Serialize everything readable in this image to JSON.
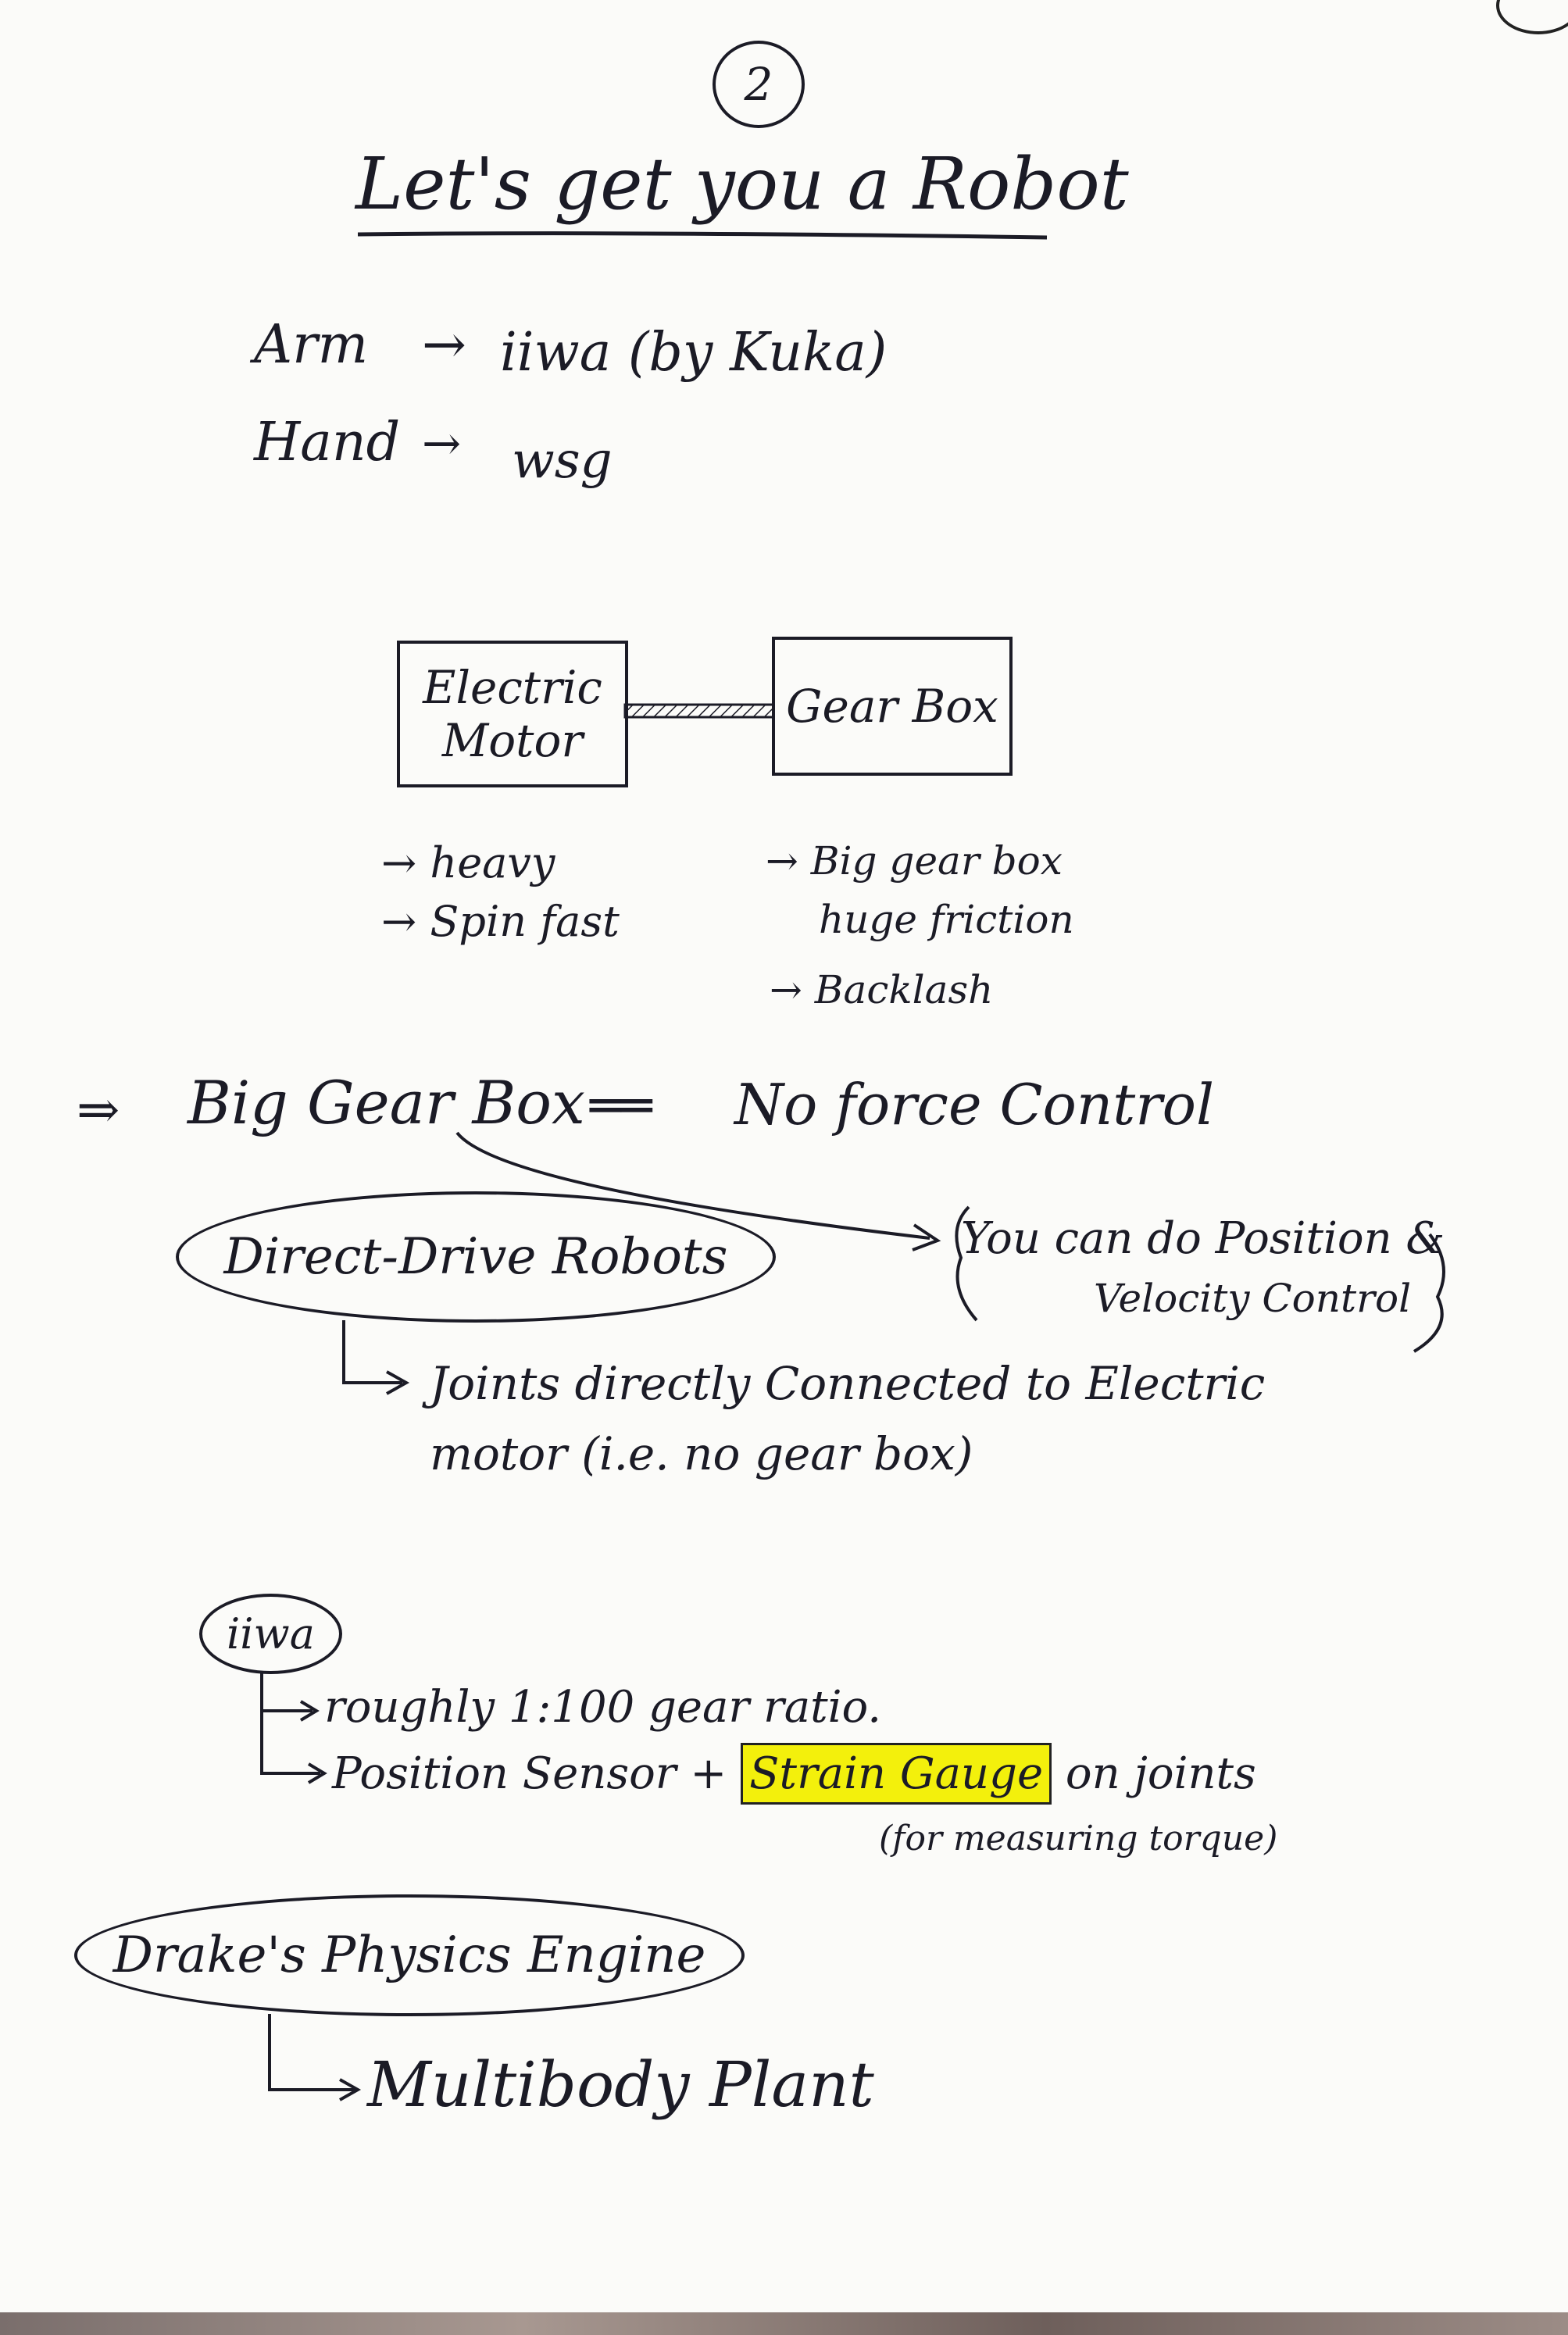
{
  "page_number": "2",
  "title": "Let's get you a Robot",
  "robot": {
    "arm_label": "Arm",
    "arm_value": "iiwa (by Kuka)",
    "hand_label": "Hand",
    "hand_value": "wsg"
  },
  "diagram": {
    "motor_line1": "Electric",
    "motor_line2": "Motor",
    "gearbox": "Gear Box",
    "motor_notes": [
      "heavy",
      "Spin fast"
    ],
    "gearbox_notes": [
      "Big gear box",
      "huge friction",
      "Backlash"
    ]
  },
  "conclusion": {
    "left": "Big Gear Box",
    "right": "No force Control",
    "aside_line1": "You can do Position &",
    "aside_line2": "Velocity Control"
  },
  "direct_drive": {
    "label": "Direct-Drive Robots",
    "line1": "Joints directly Connected to Electric",
    "line2": "motor (i.e. no gear box)"
  },
  "iiwa": {
    "label": "iiwa",
    "item1": "roughly 1:100 gear ratio.",
    "item2_pre": "Position Sensor +",
    "item2_highlight": "Strain Gauge",
    "item2_post": "on joints",
    "item2_note": "(for measuring torque)"
  },
  "drake": {
    "label": "Drake's Physics Engine",
    "item": "Multibody Plant"
  },
  "colors": {
    "ink": "#1b1b26",
    "paper": "#fbfbf9",
    "highlight": "#f3f00c"
  }
}
